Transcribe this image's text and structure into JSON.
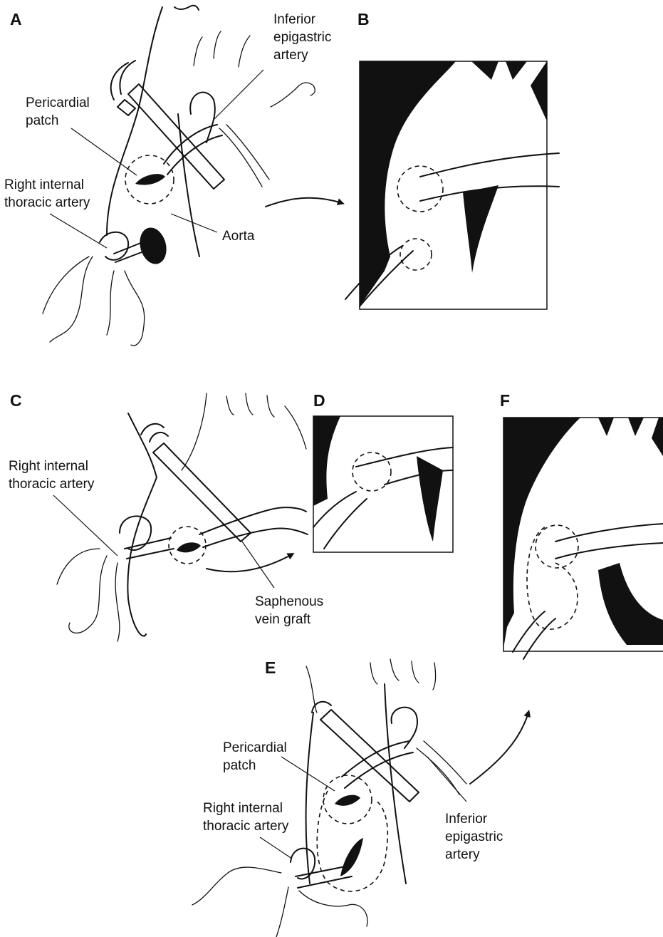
{
  "panels": {
    "a": {
      "letter": "A"
    },
    "b": {
      "letter": "B"
    },
    "c": {
      "letter": "C"
    },
    "d": {
      "letter": "D"
    },
    "e": {
      "letter": "E"
    },
    "f": {
      "letter": "F"
    }
  },
  "labels": {
    "a_iea": [
      "Inferior",
      "epigastric",
      "artery"
    ],
    "a_patch": [
      "Pericardial",
      "patch"
    ],
    "a_rita": [
      "Right internal",
      "thoracic artery"
    ],
    "a_aorta": "Aorta",
    "c_rita": [
      "Right internal",
      "thoracic artery"
    ],
    "c_svg": [
      "Saphenous",
      "vein graft"
    ],
    "e_patch": [
      "Pericardial",
      "patch"
    ],
    "e_rita": [
      "Right internal",
      "thoracic artery"
    ],
    "e_iea": [
      "Inferior",
      "epigastric",
      "artery"
    ]
  },
  "icons": {
    "arrow_ab": "curved-arrow-icon",
    "arrow_cd": "curved-arrow-icon",
    "arrow_ef": "curved-arrow-icon"
  },
  "colors": {
    "ink": "#111111",
    "background": "#ffffff"
  }
}
